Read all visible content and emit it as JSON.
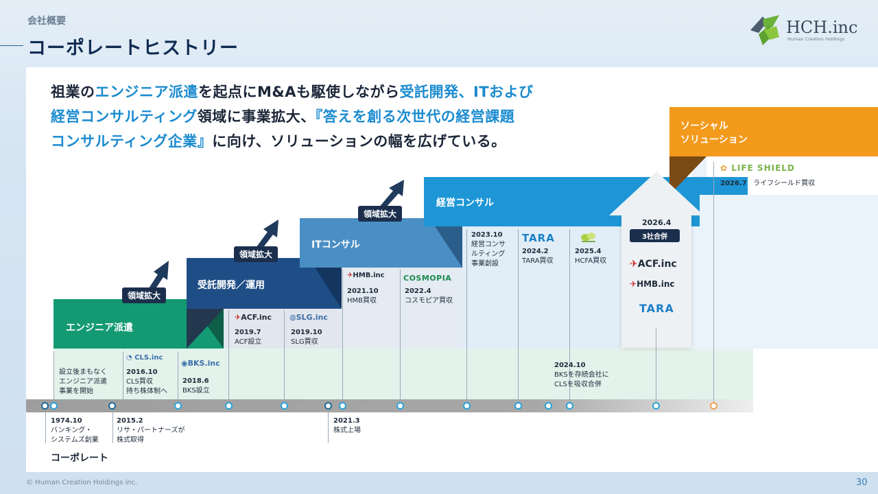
{
  "header": {
    "section": "会社概要",
    "title": "コーポレートヒストリー"
  },
  "logo": {
    "name": "HCH.inc",
    "sub": "Human Creation Holdings"
  },
  "lead": {
    "p1": "祖業の",
    "h1": "エンジニア派遣",
    "p2": "を起点にM&Aも駆使しながら",
    "h2": "受託開発、ITおよび",
    "h3": "経営コンサルティング",
    "p3": "領域に事業拡大、",
    "h4": "『答えを創る次世代の経営課題",
    "h5": "コンサルティング企業』",
    "p4": "に向け、ソリューションの幅を広げている。"
  },
  "bands": {
    "engineer": "エンジニア派遣",
    "contract": "受託開発／運用",
    "it": "ITコンサル",
    "mgmt": "経営コンサル",
    "social1": "ソーシャル",
    "social2": "ソリューション"
  },
  "badges": {
    "expand": "領域拡大",
    "merge_date": "2026.4",
    "merge": "3社合併"
  },
  "logos": {
    "cls": "CLS.inc",
    "bks": "BKS.inc",
    "acf": "ACF.inc",
    "slg": "SLG.inc",
    "hmb": "HMB.inc",
    "cosmopia": "COSMOPIA",
    "tara": "TARA",
    "lifeshield": "LIFE SHIELD"
  },
  "events": {
    "e0": "設立後まもなく",
    "e0b": "エンジニア派遣",
    "e0c": "事業を開始",
    "e1d": "2016.10",
    "e1a": "CLS買収",
    "e1b": "持ち株体制へ",
    "e2d": "2018.6",
    "e2a": "BKS設立",
    "e3d": "2019.7",
    "e3a": "ACF設立",
    "e4d": "2019.10",
    "e4a": "SLG買収",
    "e5d": "2021.10",
    "e5a": "HMB買収",
    "e6d": "2022.4",
    "e6a": "コスモピア買収",
    "e7d": "2023.10",
    "e7a": "経営コンサ",
    "e7b": "ルティング",
    "e7c": "事業創設",
    "e8d": "2024.2",
    "e8a": "TARA買収",
    "e9d": "2025.4",
    "e9a": "HCFA買収",
    "e10d": "2026.7",
    "e10a": "ライフシールド買収",
    "e11d": "2024.10",
    "e11a": "BKSを存続会社に",
    "e11b": "CLSを吸収合併",
    "c1d": "1974.10",
    "c1a": "バンキング・",
    "c1b": "システムズ創業",
    "c2d": "2015.2",
    "c2a": "リサ・パートナーズが",
    "c2b": "株式取得",
    "c3d": "2021.3",
    "c3a": "株式上場"
  },
  "corporate": "コーポレート",
  "footer": "© Human Creation Holdings inc.",
  "page": "30",
  "colors": {
    "green": "#139a72",
    "navy": "#1f4e86",
    "it": "#4a8fc4",
    "mgmt": "#1e96d6",
    "orange": "#f39a1d",
    "accent": "#1b8bcf"
  }
}
